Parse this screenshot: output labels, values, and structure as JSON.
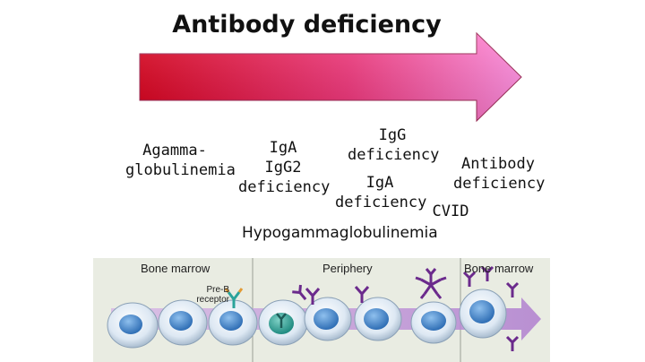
{
  "title": "Antibody deficiency",
  "labels": {
    "agammaglobulinemia": "Agamma-\nglobulinemia",
    "iga_igg2": "IgA\nIgG2\ndeficiency",
    "igg": "IgG\ndeficiency",
    "iga": "IgA\ndeficiency",
    "cvid": "CVID",
    "antibody_deficiency": "Antibody\ndeficiency",
    "hypogammaglobulinemia": "Hypogammaglobulinemia"
  },
  "strip": {
    "bone_marrow_left": "Bone marrow",
    "periphery": "Periphery",
    "bone_marrow_right": "Bone marrow",
    "pre_b_receptor": "Pre-B\nreceptor"
  },
  "colors": {
    "arrow_start": "#d9001c",
    "arrow_end": "#ff8ce0",
    "strip_bg": "#e9ece2",
    "antibody": "#6b2a8c",
    "receptor": "#2aa39a",
    "cell_nucleus": "#3f7fc8"
  }
}
